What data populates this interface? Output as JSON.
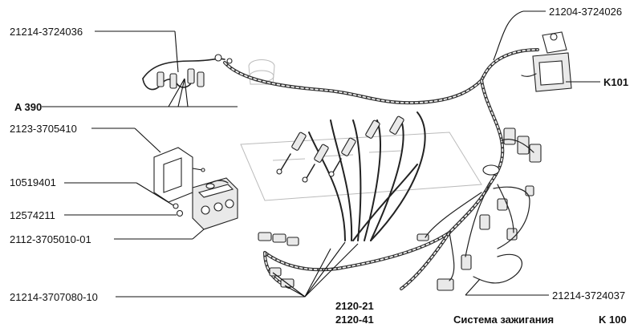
{
  "labels": {
    "left": [
      "21214-3724036",
      "A 390",
      "2123-3705410",
      "10519401",
      "12574211",
      "2112-3705010-01",
      "21214-3707080-10"
    ],
    "top_right": "21204-3724026",
    "k101": "K101",
    "bottom_right": "21214-3724037",
    "model_1": "2120-21",
    "model_2": "2120-41",
    "system_title": "Система зажигания",
    "page_code": "K 100"
  }
}
